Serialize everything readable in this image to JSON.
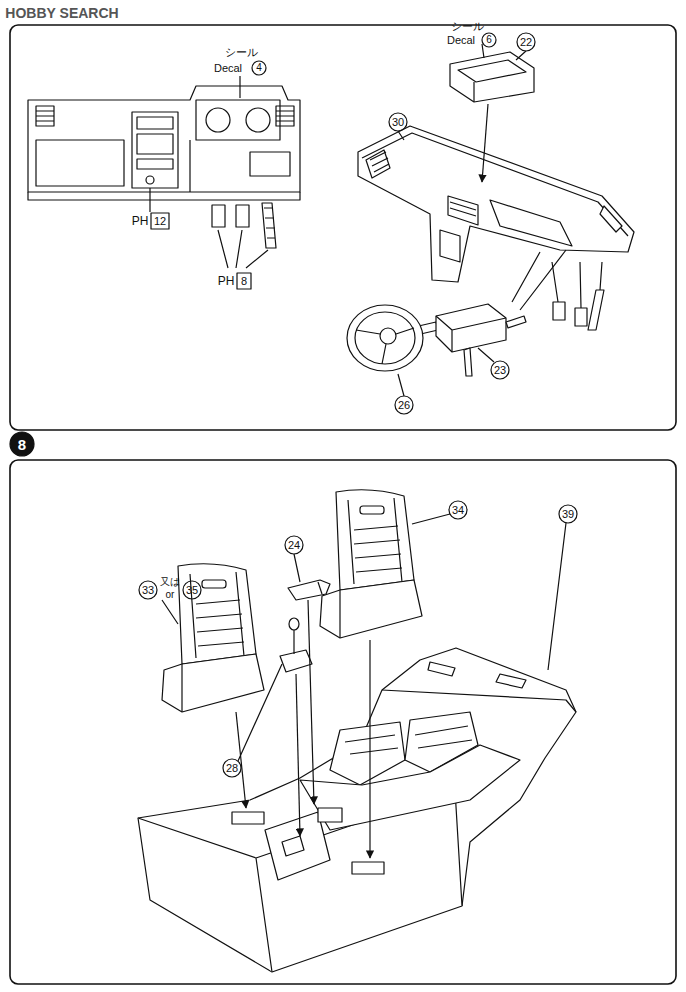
{
  "diagram": {
    "labels": [
      "HOBBY SEARCH",
      "シール",
      "Decal",
      "4",
      "PH",
      "12",
      "PH",
      "8",
      "シール",
      "Decal",
      "6",
      "22",
      "30",
      "26",
      "23",
      "8",
      "33",
      "又は",
      "or",
      "35",
      "34",
      "24",
      "28",
      "39"
    ]
  }
}
